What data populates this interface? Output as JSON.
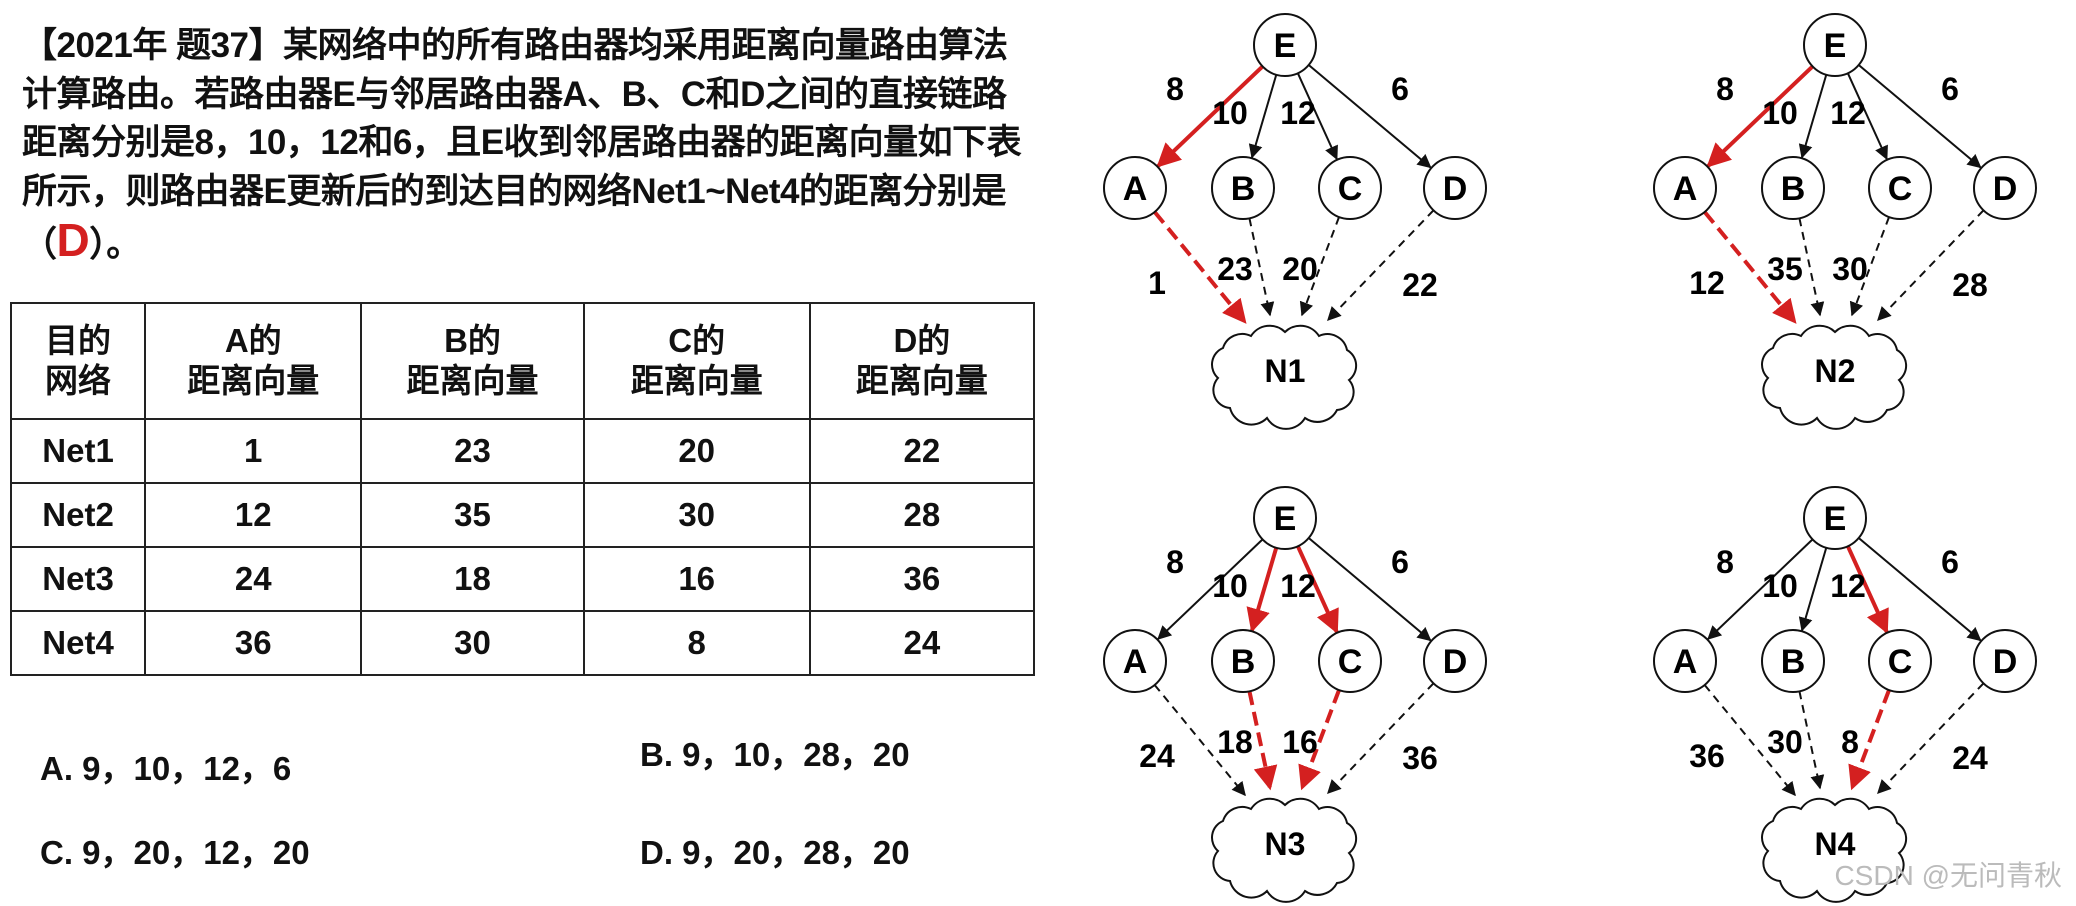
{
  "question": {
    "prefix": "【2021年 题37】某网络中的所有路由器均采用距离向量路由算法计算路由。若路由器E与邻居路由器A、B、C和D之间的直接链路距离分别是8，10，12和6，且E收到邻居路由器的距离向量如下表所示，则路由器E更新后的到达目的网络Net1~Net4的距离分别是（",
    "answer": "D",
    "suffix": "）。"
  },
  "table": {
    "headers": [
      [
        "目的",
        "网络"
      ],
      [
        "A的",
        "距离向量"
      ],
      [
        "B的",
        "距离向量"
      ],
      [
        "C的",
        "距离向量"
      ],
      [
        "D的",
        "距离向量"
      ]
    ],
    "rows": [
      [
        "Net1",
        "1",
        "23",
        "20",
        "22"
      ],
      [
        "Net2",
        "12",
        "35",
        "30",
        "28"
      ],
      [
        "Net3",
        "24",
        "18",
        "16",
        "36"
      ],
      [
        "Net4",
        "36",
        "30",
        "8",
        "24"
      ]
    ]
  },
  "options": {
    "A": "A. 9，10，12，6",
    "B": "B. 9，10，28，20",
    "C": "C. 9，20，12，20",
    "D": "D. 9，20，28，20"
  },
  "diagrams": [
    {
      "net": "N1",
      "src": "E",
      "nodes": [
        "A",
        "B",
        "C",
        "D"
      ],
      "links": [
        "8",
        "10",
        "12",
        "6"
      ],
      "dists": [
        "1",
        "23",
        "20",
        "22"
      ],
      "red": [
        "A"
      ]
    },
    {
      "net": "N2",
      "src": "E",
      "nodes": [
        "A",
        "B",
        "C",
        "D"
      ],
      "links": [
        "8",
        "10",
        "12",
        "6"
      ],
      "dists": [
        "12",
        "35",
        "30",
        "28"
      ],
      "red": [
        "A"
      ]
    },
    {
      "net": "N3",
      "src": "E",
      "nodes": [
        "A",
        "B",
        "C",
        "D"
      ],
      "links": [
        "8",
        "10",
        "12",
        "6"
      ],
      "dists": [
        "24",
        "18",
        "16",
        "36"
      ],
      "red": [
        "B",
        "C"
      ]
    },
    {
      "net": "N4",
      "src": "E",
      "nodes": [
        "A",
        "B",
        "C",
        "D"
      ],
      "links": [
        "8",
        "10",
        "12",
        "6"
      ],
      "dists": [
        "36",
        "30",
        "8",
        "24"
      ],
      "red": [
        "C"
      ]
    }
  ],
  "colors": {
    "highlight": "#d42020",
    "line": "#111111"
  },
  "watermark": "CSDN @无问青秋"
}
